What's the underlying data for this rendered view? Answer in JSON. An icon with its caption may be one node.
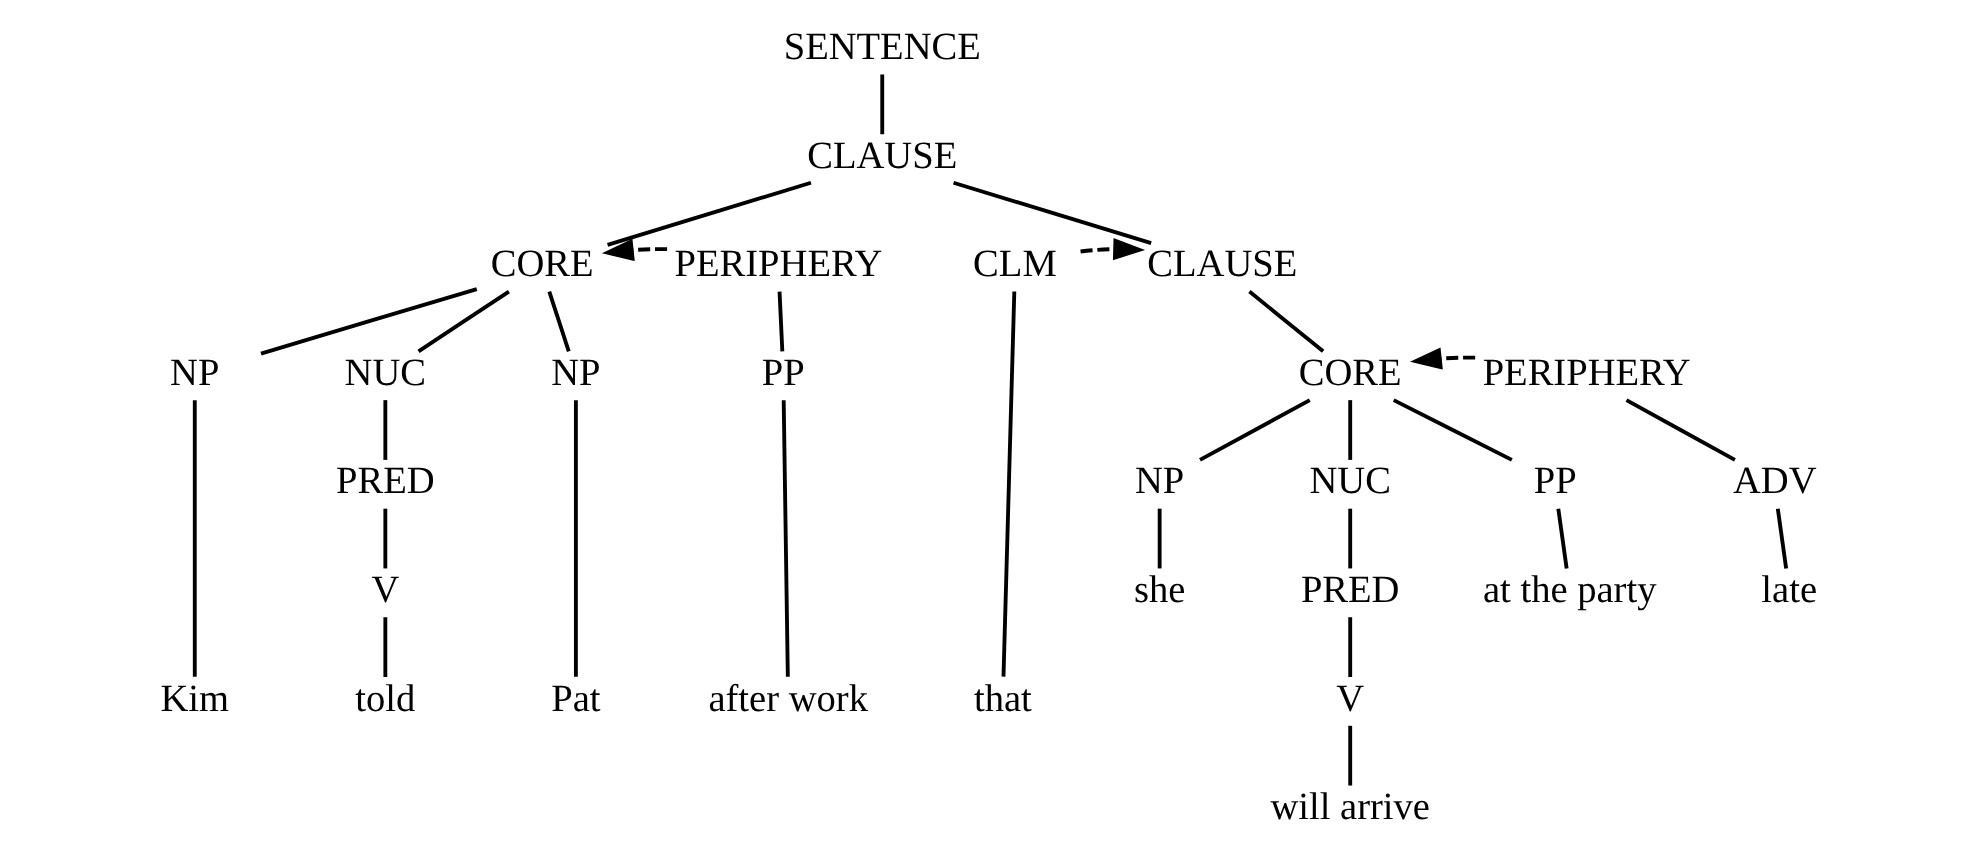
{
  "diagram": {
    "nodes": [
      {
        "text": [
          "SENTENCE"
        ]
      },
      {
        "text": [
          "CLAUSE"
        ]
      },
      {
        "text": [
          "CORE"
        ]
      },
      {
        "text": [
          "PERIPHERY"
        ]
      },
      {
        "text": [
          "CLM"
        ]
      },
      {
        "text": [
          "CLAUSE"
        ]
      },
      {
        "text": [
          "NP"
        ]
      },
      {
        "text": [
          "NUC"
        ]
      },
      {
        "text": [
          "NP"
        ]
      },
      {
        "text": [
          "PP"
        ]
      },
      {
        "text": [
          "PRED"
        ]
      },
      {
        "text": [
          "V"
        ]
      },
      {
        "text": [
          "CORE"
        ]
      },
      {
        "text": [
          "PERIPHERY"
        ]
      },
      {
        "text": [
          "NP"
        ]
      },
      {
        "text": [
          "NUC"
        ]
      },
      {
        "text": [
          "PP"
        ]
      },
      {
        "text": [
          "ADV"
        ]
      },
      {
        "text": [
          "PRED"
        ]
      },
      {
        "text": [
          "V"
        ]
      },
      {
        "text": [
          "Kim"
        ]
      },
      {
        "text": [
          "told"
        ]
      },
      {
        "text": [
          "Pat"
        ]
      },
      {
        "text": [
          "after work"
        ]
      },
      {
        "text": [
          "that"
        ]
      },
      {
        "text": [
          "she"
        ]
      },
      {
        "text": [
          "will arrive"
        ]
      },
      {
        "text": [
          "at the party"
        ]
      },
      {
        "text": [
          "late"
        ]
      }
    ],
    "edges": [
      {
        "from": 0,
        "to": 1,
        "arrow": "none"
      },
      {
        "from": 1,
        "to": 2,
        "arrow": "none"
      },
      {
        "from": 1,
        "to": 5,
        "arrow": "none"
      },
      {
        "from": 3,
        "to": 2,
        "arrow": "to",
        "style": "dashed"
      },
      {
        "from": 4,
        "to": 5,
        "arrow": "to",
        "style": "dashed"
      },
      {
        "from": 2,
        "to": 6,
        "arrow": "none"
      },
      {
        "from": 2,
        "to": 7,
        "arrow": "none"
      },
      {
        "from": 2,
        "to": 8,
        "arrow": "none"
      },
      {
        "from": 7,
        "to": 10,
        "arrow": "none"
      },
      {
        "from": 10,
        "to": 11,
        "arrow": "none"
      },
      {
        "from": 6,
        "to": 20,
        "arrow": "none"
      },
      {
        "from": 11,
        "to": 21,
        "arrow": "none"
      },
      {
        "from": 8,
        "to": 22,
        "arrow": "none"
      },
      {
        "from": 3,
        "to": 9,
        "arrow": "none"
      },
      {
        "from": 9,
        "to": 23,
        "arrow": "none"
      },
      {
        "from": 4,
        "to": 24,
        "arrow": "none"
      },
      {
        "from": 5,
        "to": 12,
        "arrow": "none"
      },
      {
        "from": 13,
        "to": 12,
        "arrow": "to",
        "style": "dashed"
      },
      {
        "from": 12,
        "to": 14,
        "arrow": "none"
      },
      {
        "from": 12,
        "to": 15,
        "arrow": "none"
      },
      {
        "from": 12,
        "to": 16,
        "arrow": "none"
      },
      {
        "from": 15,
        "to": 18,
        "arrow": "none"
      },
      {
        "from": 18,
        "to": 19,
        "arrow": "none"
      },
      {
        "from": 14,
        "to": 25,
        "arrow": "none"
      },
      {
        "from": 19,
        "to": 26,
        "arrow": "none"
      },
      {
        "from": 16,
        "to": 27,
        "arrow": "none"
      },
      {
        "from": 13,
        "to": 17,
        "arrow": "none"
      },
      {
        "from": 17,
        "to": 28,
        "arrow": "none"
      }
    ]
  }
}
